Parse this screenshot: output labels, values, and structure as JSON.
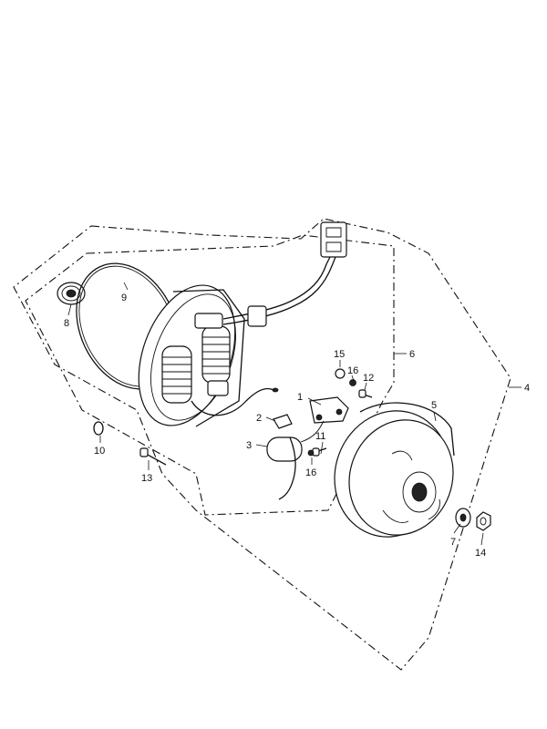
{
  "parts": [
    {
      "key": "p1",
      "number": "1"
    },
    {
      "key": "p2",
      "number": "2"
    },
    {
      "key": "p3",
      "number": "3"
    },
    {
      "key": "p4",
      "number": "4"
    },
    {
      "key": "p5",
      "number": "5"
    },
    {
      "key": "p6",
      "number": "6"
    },
    {
      "key": "p7",
      "number": "7"
    },
    {
      "key": "p8",
      "number": "8"
    },
    {
      "key": "p9",
      "number": "9"
    },
    {
      "key": "p10",
      "number": "10"
    },
    {
      "key": "p11",
      "number": "11"
    },
    {
      "key": "p12",
      "number": "12"
    },
    {
      "key": "p13",
      "number": "13"
    },
    {
      "key": "p14",
      "number": "14"
    },
    {
      "key": "p15",
      "number": "15"
    },
    {
      "key": "p16a",
      "number": "16"
    },
    {
      "key": "p16b",
      "number": "16"
    }
  ]
}
